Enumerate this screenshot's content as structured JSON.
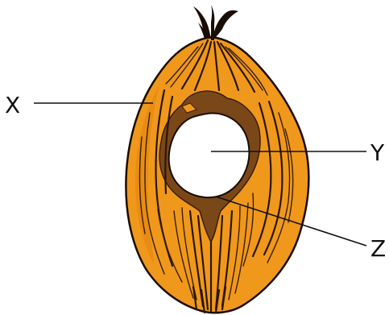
{
  "diagram": {
    "labels": {
      "x": "X",
      "y": "Y",
      "z": "Z"
    },
    "colors": {
      "husk": "#f0981c",
      "husk_shadow": "#d9780c",
      "shell": "#7a4718",
      "shell_dark": "#5a3210",
      "cavity": "#ffffff",
      "outline": "#1a0d04"
    }
  }
}
